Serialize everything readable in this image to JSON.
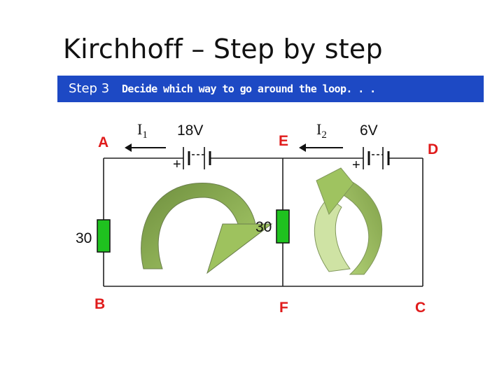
{
  "slide": {
    "title": "Kirchhoff – Step by step",
    "step_label": "Step 3",
    "step_text": "Decide which way to go around the loop. . ."
  },
  "nodes": {
    "a": "A",
    "b": "B",
    "c": "C",
    "d": "D",
    "e": "E",
    "f": "F"
  },
  "components": {
    "battery_left": {
      "value": "18V",
      "plus": "+"
    },
    "battery_right": {
      "value": "6V",
      "plus": "+"
    },
    "resistor_left": {
      "value": "30"
    },
    "resistor_mid": {
      "value": "30"
    }
  },
  "currents": {
    "i1": {
      "symbol": "I",
      "subscript": "1"
    },
    "i2": {
      "symbol": "I",
      "subscript": "2"
    }
  },
  "colors": {
    "banner": "#1d49c4",
    "node_label": "#e01b1b",
    "resistor": "#1fc21f",
    "loop_arrow_dark": "#6e8e3e",
    "loop_arrow_light": "#b5d47a"
  }
}
